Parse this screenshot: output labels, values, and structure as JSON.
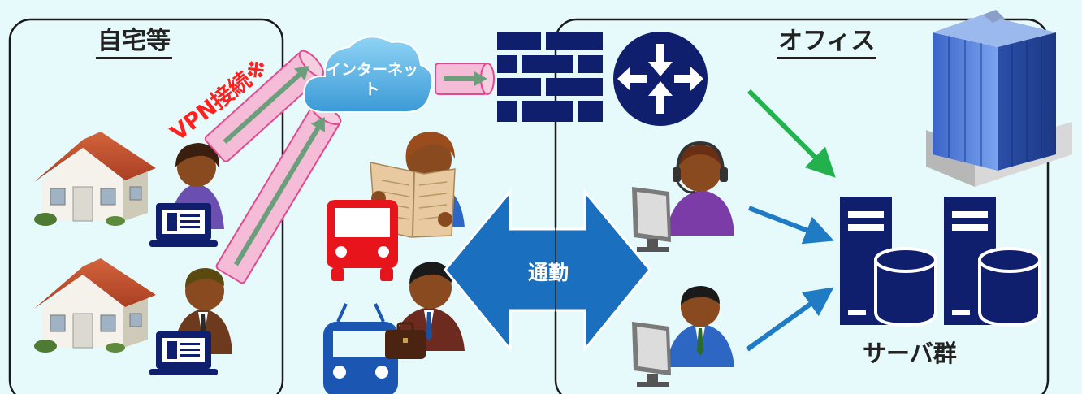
{
  "home": {
    "title": "自宅等"
  },
  "office": {
    "title": "オフィス"
  },
  "vpn": {
    "label": "VPN接続※"
  },
  "cloud": {
    "label": "インターネット"
  },
  "commute": {
    "label": "通勤"
  },
  "servers": {
    "label": "サーバ群"
  },
  "colors": {
    "background": "#e6fafb",
    "navy": "#0f1f6e",
    "vpn_pink": "#f5bcd8",
    "vpn_border": "#e04b90",
    "tunnel_arrow": "#6b9e7a",
    "green_arrow": "#22b14c",
    "blue_arrow": "#1f7bc4",
    "commute_blue": "#1a6fbf",
    "bus_red": "#e8141b",
    "train_blue": "#1b56b3",
    "cloud_blue": "#5eb8e8"
  }
}
